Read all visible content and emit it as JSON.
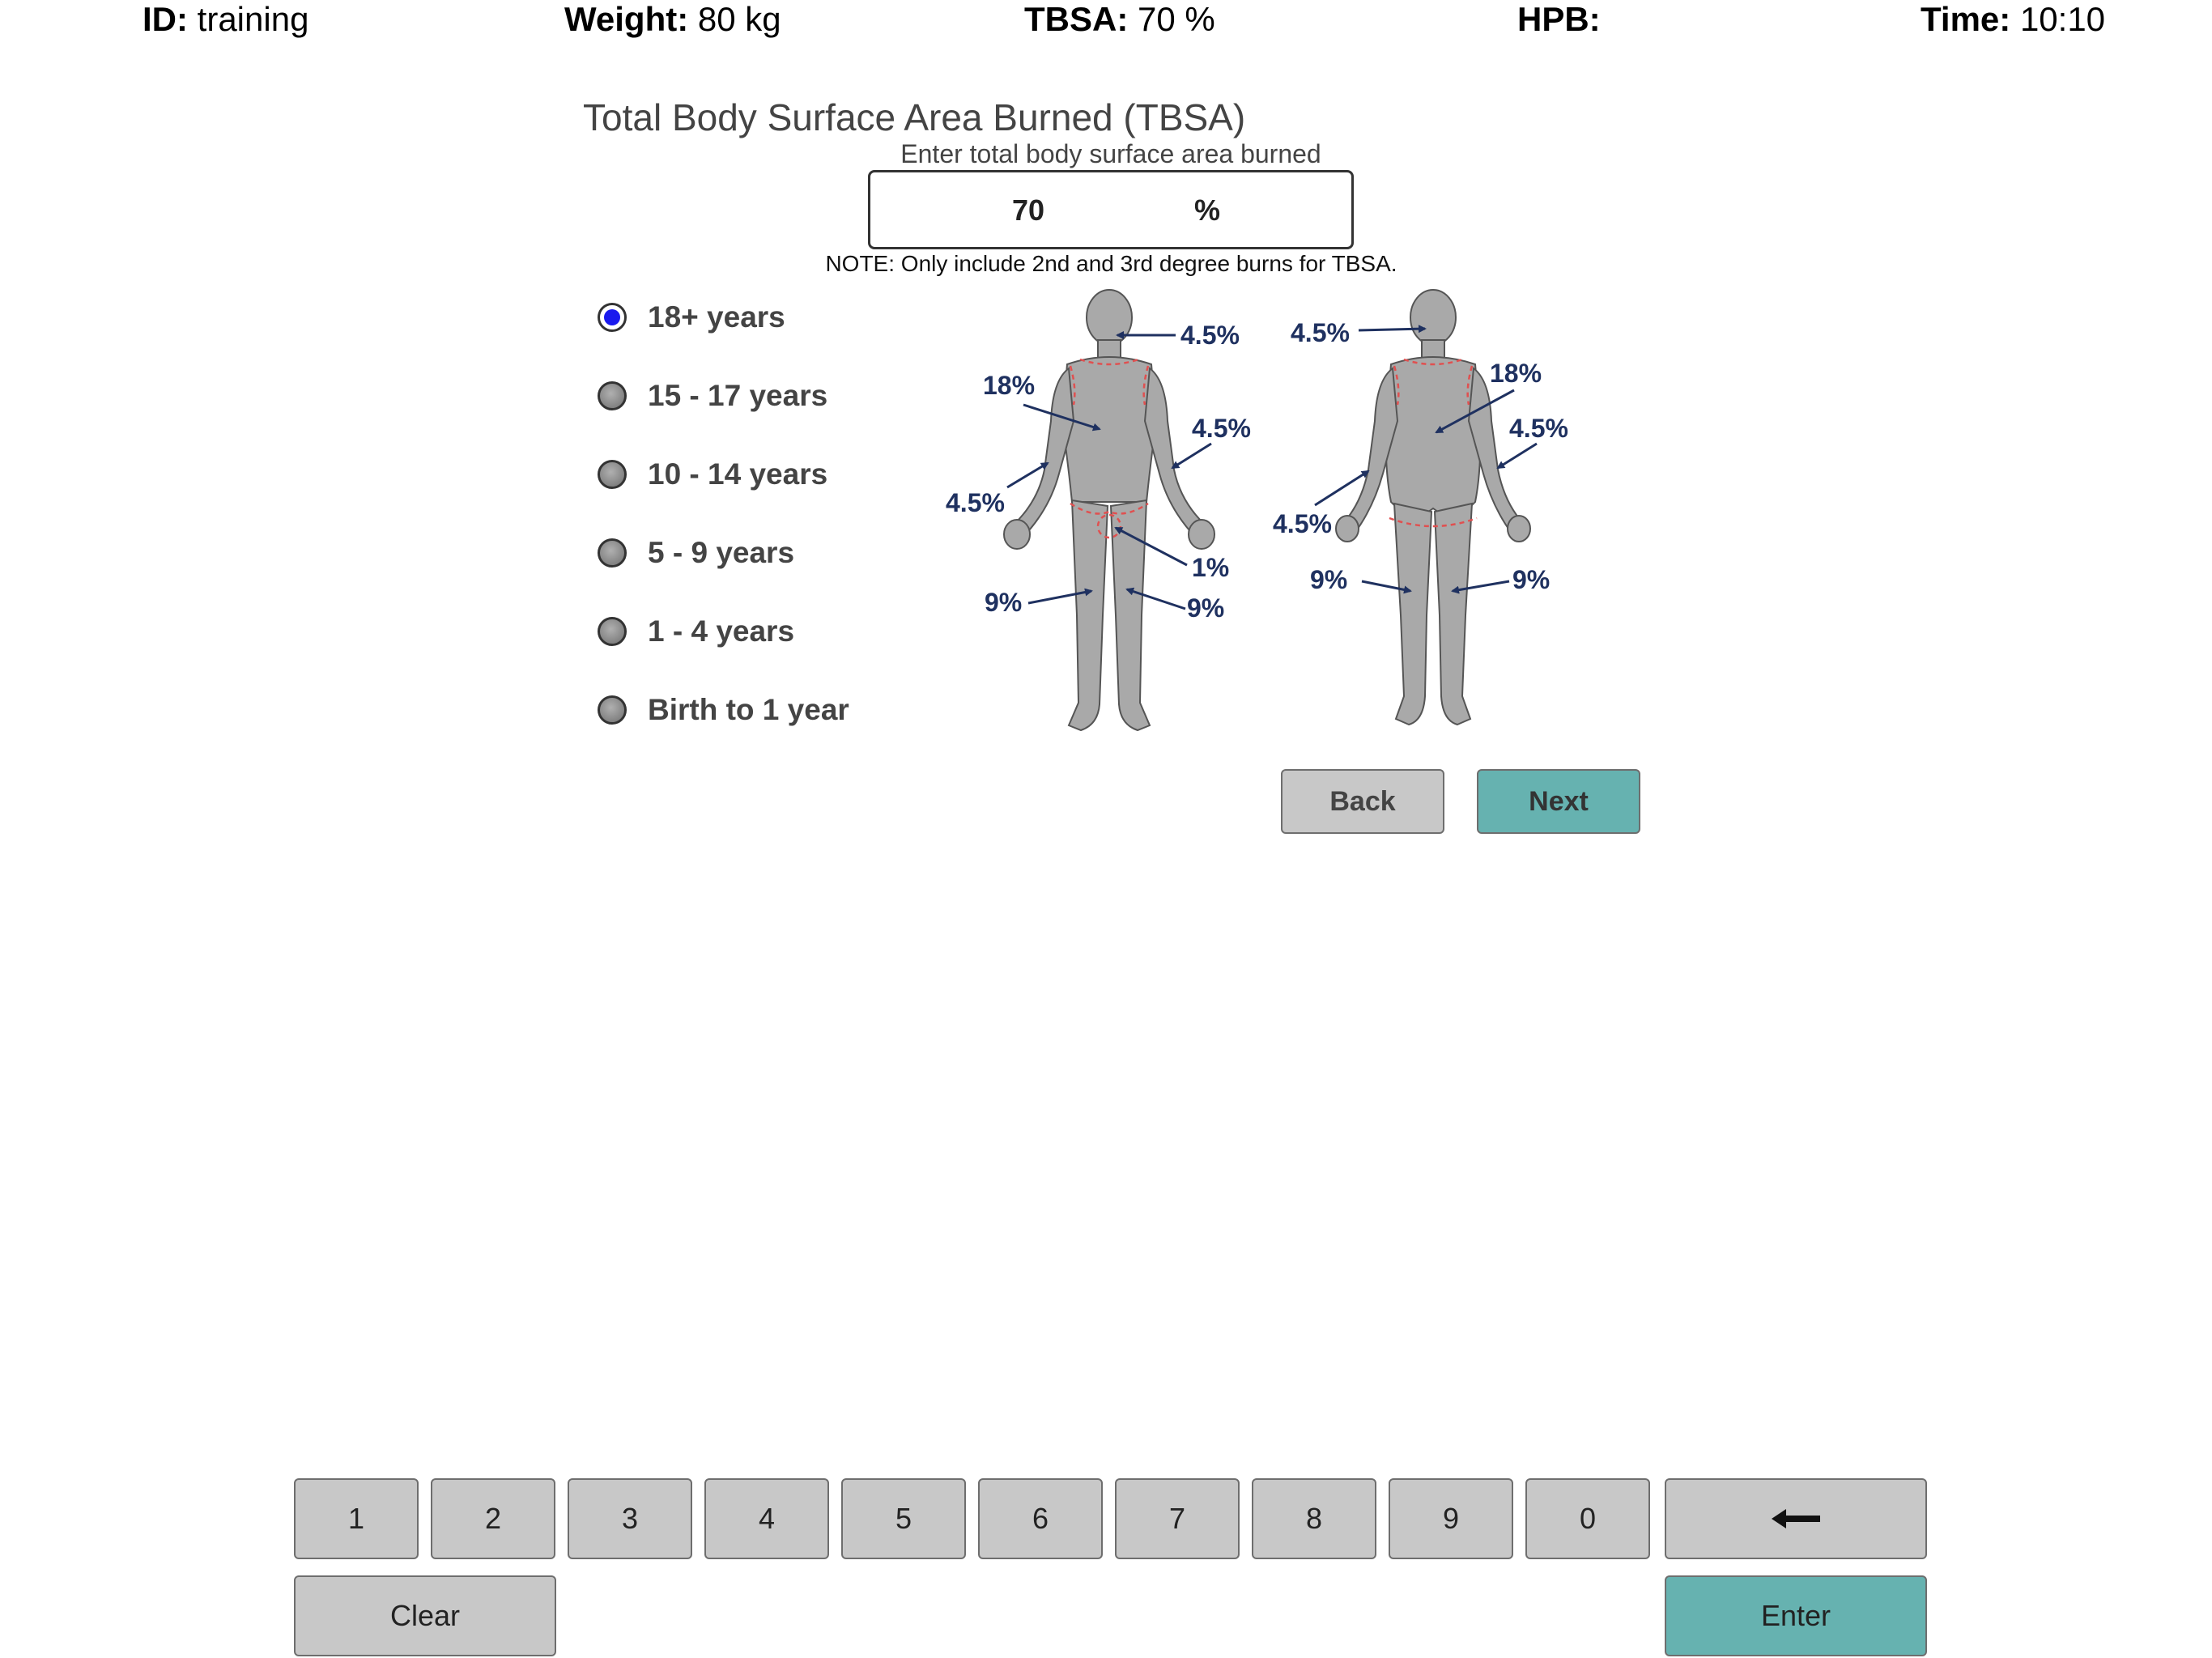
{
  "header": {
    "id_label": "ID:",
    "id_value": "training",
    "weight_label": "Weight:",
    "weight_value": "80 kg",
    "tbsa_label": "TBSA:",
    "tbsa_value": "70 %",
    "hpb_label": "HPB:",
    "hpb_value": "",
    "time_label": "Time:",
    "time_value": "10:10"
  },
  "form": {
    "title": "Total Body Surface Area Burned (TBSA)",
    "input_label": "Enter total body surface area burned",
    "tbsa_value": "70",
    "tbsa_unit": "%",
    "note": "NOTE: Only include 2nd and 3rd degree burns for TBSA."
  },
  "age_options": [
    {
      "label": "18+ years",
      "selected": true
    },
    {
      "label": "15 - 17 years",
      "selected": false
    },
    {
      "label": "10 - 14 years",
      "selected": false
    },
    {
      "label": "5 - 9 years",
      "selected": false
    },
    {
      "label": "1 - 4 years",
      "selected": false
    },
    {
      "label": "Birth to 1 year",
      "selected": false
    }
  ],
  "diagram": {
    "front": {
      "head": "4.5%",
      "torso": "18%",
      "arm_right": "4.5%",
      "arm_left": "4.5%",
      "genitals": "1%",
      "leg_left": "9%",
      "leg_right": "9%"
    },
    "back": {
      "head": "4.5%",
      "torso": "18%",
      "arm_right": "4.5%",
      "arm_left": "4.5%",
      "leg_left": "9%",
      "leg_right": "9%"
    },
    "body_color": "#a9a9a9",
    "label_color": "#1f3160",
    "boundary_color": "#e05050"
  },
  "nav": {
    "back": "Back",
    "next": "Next"
  },
  "keypad": {
    "keys": [
      "1",
      "2",
      "3",
      "4",
      "5",
      "6",
      "7",
      "8",
      "9",
      "0"
    ],
    "backspace_icon": "left-arrow-icon",
    "clear": "Clear",
    "enter": "Enter"
  },
  "colors": {
    "accent": "#66b2b0",
    "button": "#c8c8c8",
    "radio_selected": "#1a1aee"
  }
}
